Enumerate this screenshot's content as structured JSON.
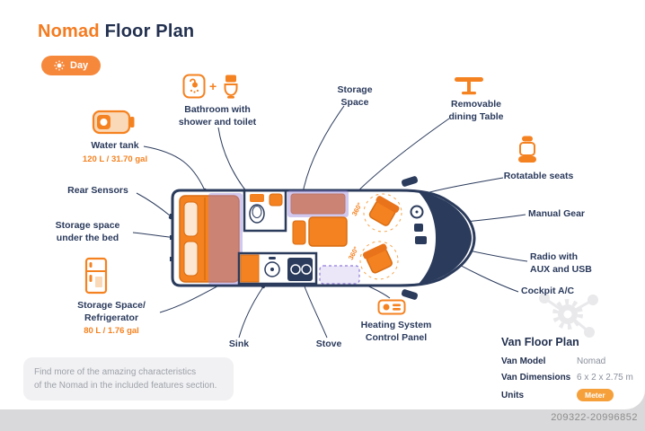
{
  "header": {
    "title_accent": "Nomad",
    "title_rest": "Floor Plan",
    "day_toggle": "Day"
  },
  "labels": {
    "water_tank": {
      "title": "Water tank",
      "value": "120 L / 31.70 gal"
    },
    "bathroom": {
      "line1": "Bathroom with",
      "line2": "shower and toilet",
      "plus": "+"
    },
    "storage_space": {
      "line1": "Storage",
      "line2": "Space"
    },
    "dining_table": {
      "line1": "Removable",
      "line2": "dining Table"
    },
    "rotatable_seats": {
      "title": "Rotatable seats"
    },
    "manual_gear": {
      "title": "Manual Gear"
    },
    "radio": {
      "line1": "Radio with",
      "line2": "AUX and USB"
    },
    "cockpit_ac": {
      "title": "Cockpit A/C"
    },
    "heating": {
      "line1": "Heating System",
      "line2": "Control Panel"
    },
    "stove": {
      "title": "Stove"
    },
    "sink": {
      "title": "Sink"
    },
    "fridge": {
      "line1": "Storage Space/",
      "line2": "Refrigerator",
      "value": "80 L / 1.76 gal"
    },
    "under_bed": {
      "line1": "Storage space",
      "line2": "under the bed"
    },
    "rear_sensors": {
      "title": "Rear Sensors"
    }
  },
  "floorplan": {
    "rotation_label_top": "360°",
    "rotation_label_bottom": "360°"
  },
  "note": {
    "line1": "Find more of the amazing characteristics",
    "line2": "of the Nomad in the included features section."
  },
  "van_info": {
    "title": "Van Floor Plan",
    "rows": [
      {
        "label": "Van Model",
        "value": "Nomad"
      },
      {
        "label": "Van Dimensions",
        "value": "6 x 2 x 2.75 m"
      },
      {
        "label": "Units",
        "value": "Meter"
      }
    ]
  },
  "footer": {
    "id": "209322-20996852"
  },
  "colors": {
    "accent_orange": "#f58220",
    "navy": "#2b3b5c",
    "lavender": "#9a85dc",
    "badge_orange": "#f6a03b"
  }
}
